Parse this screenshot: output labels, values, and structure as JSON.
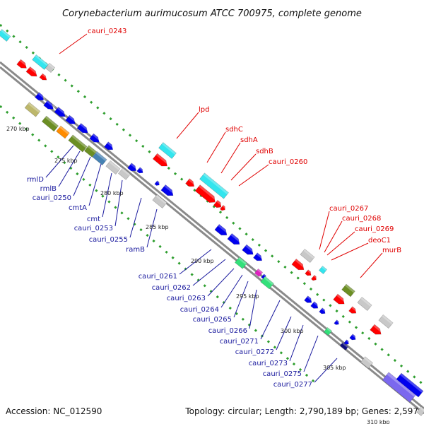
{
  "header": {
    "title": "Corynebacterium aurimucosum ATCC 700975, complete genome"
  },
  "footer": {
    "accession": "Accession: NC_012590",
    "summary": "Topology: circular; Length: 2,790,189 bp; Genes: 2,597"
  },
  "ticks": [
    "270 kbp",
    "275 kbp",
    "280 kbp",
    "285 kbp",
    "290 kbp",
    "295 kbp",
    "300 kbp",
    "305 kbp",
    "310 kbp"
  ],
  "labels_forward": [
    "cauri_0243",
    "lpd",
    "sdhC",
    "sdhA",
    "sdhB",
    "cauri_0260",
    "cauri_0267",
    "cauri_0268",
    "cauri_0269",
    "deoC1",
    "murB"
  ],
  "labels_reverse": [
    "rmlD",
    "rmlB",
    "cauri_0250",
    "cmtA",
    "cmt",
    "cauri_0253",
    "cauri_0255",
    "ramB",
    "cauri_0261",
    "cauri_0262",
    "cauri_0263",
    "cauri_0264",
    "cauri_0265",
    "cauri_0266",
    "cauri_0271",
    "cauri_0272",
    "cauri_0273",
    "cauri_0275",
    "cauri_0277"
  ],
  "colors": {
    "forward_cds": "#ff0000",
    "reverse_cds": "#0000ee",
    "label_forward": "#e00000",
    "label_reverse": "#1a1a9e",
    "backbone": "#8a8a8a",
    "gc_dots": "#2e9e2e",
    "cyan": "#33e5ee",
    "grey": "#c8c8c8",
    "olive": "#6b8e23",
    "khaki": "#bdb76b",
    "orange": "#ff8c00",
    "steelblue": "#4682b4",
    "lavender": "#7b68ee",
    "green": "#33e07a",
    "magenta": "#e020c0",
    "navy": "#101080"
  }
}
